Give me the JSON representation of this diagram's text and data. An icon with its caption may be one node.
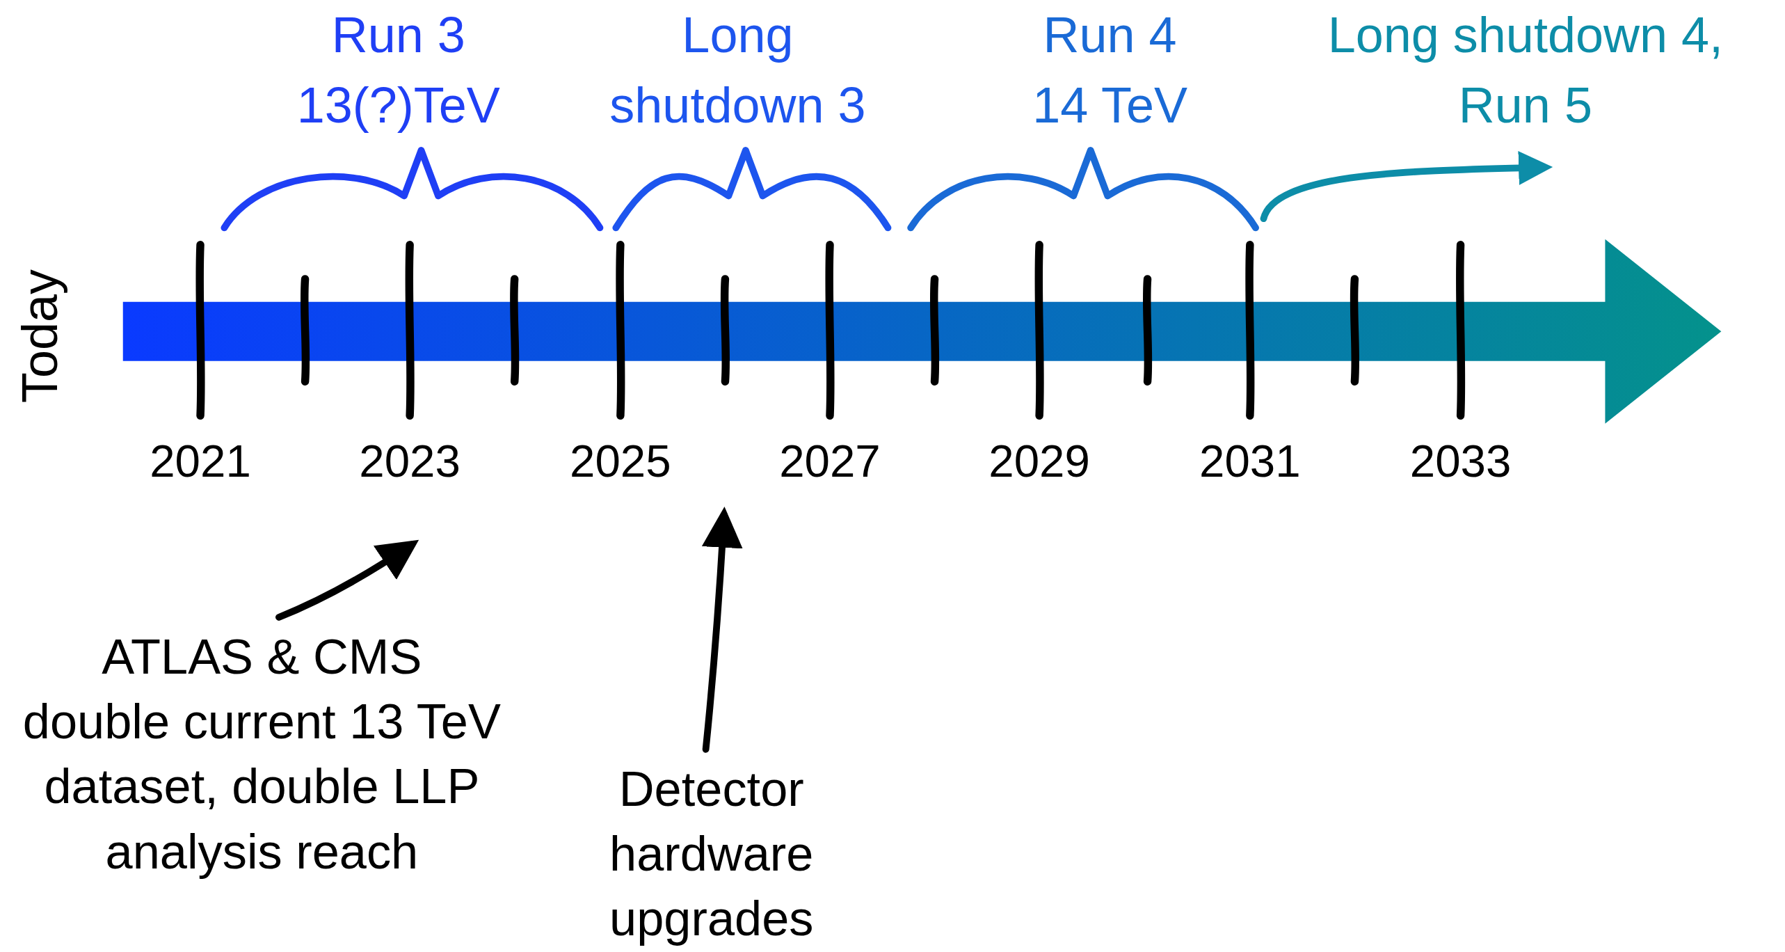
{
  "diagram": {
    "nodes": [
      {
        "text": [
          "ATLAS & CMS double current 13 TeV dataset, double LLP analysis reach"
        ]
      },
      {
        "text": [
          "Detector hardware upgrades"
        ]
      }
    ],
    "edges": [
      {
        "from": 0,
        "to": null,
        "arrow": "to"
      },
      {
        "from": 1,
        "to": null,
        "arrow": "to"
      }
    ],
    "labels": [
      "Run 3 13(?)TeV",
      "Long shutdown 3",
      "Run 4 14 TeV",
      "Long shutdown 4, Run 5",
      "Today",
      "2021",
      "2023",
      "2025",
      "2027",
      "2029",
      "2031",
      "2033"
    ]
  }
}
